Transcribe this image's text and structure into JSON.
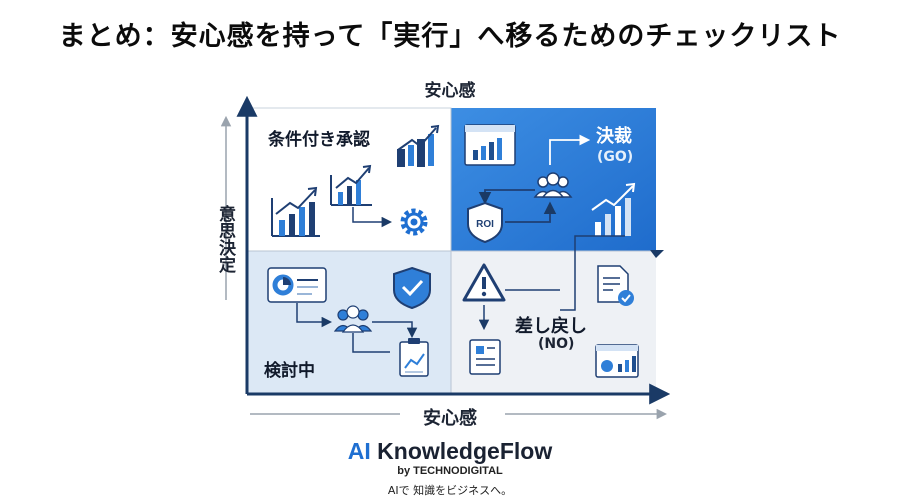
{
  "title": "まとめ：安心感を持って「実行」へ移るためのチェックリスト",
  "axes": {
    "top_label": "安心感",
    "bottom_label": "安心感",
    "left_label": "意思決定"
  },
  "quadrants": {
    "top_left": {
      "label": "条件付き承認"
    },
    "top_right": {
      "label": "決裁",
      "sub": "(GO)",
      "shield_text": "ROI"
    },
    "bottom_left": {
      "label": "検討中"
    },
    "bottom_right": {
      "label": "差し戻し",
      "sub": "(NO)"
    }
  },
  "colors": {
    "accent": "#2f7fd8",
    "dark_blue": "#1f4f8f",
    "light_blue": "#dde9f7",
    "light_gray": "#f1f3f6"
  },
  "icons": [
    "chart-icon",
    "gear-icon",
    "shield-check-icon",
    "people-icon",
    "clipboard-icon",
    "warning-icon",
    "document-icon",
    "report-icon",
    "dashboard-icon"
  ],
  "brand": {
    "ai": "AI",
    "name": "KnowledgeFlow",
    "by": "by TECHNODIGITAL",
    "tagline": "AIで 知識をビジネスへ。"
  }
}
